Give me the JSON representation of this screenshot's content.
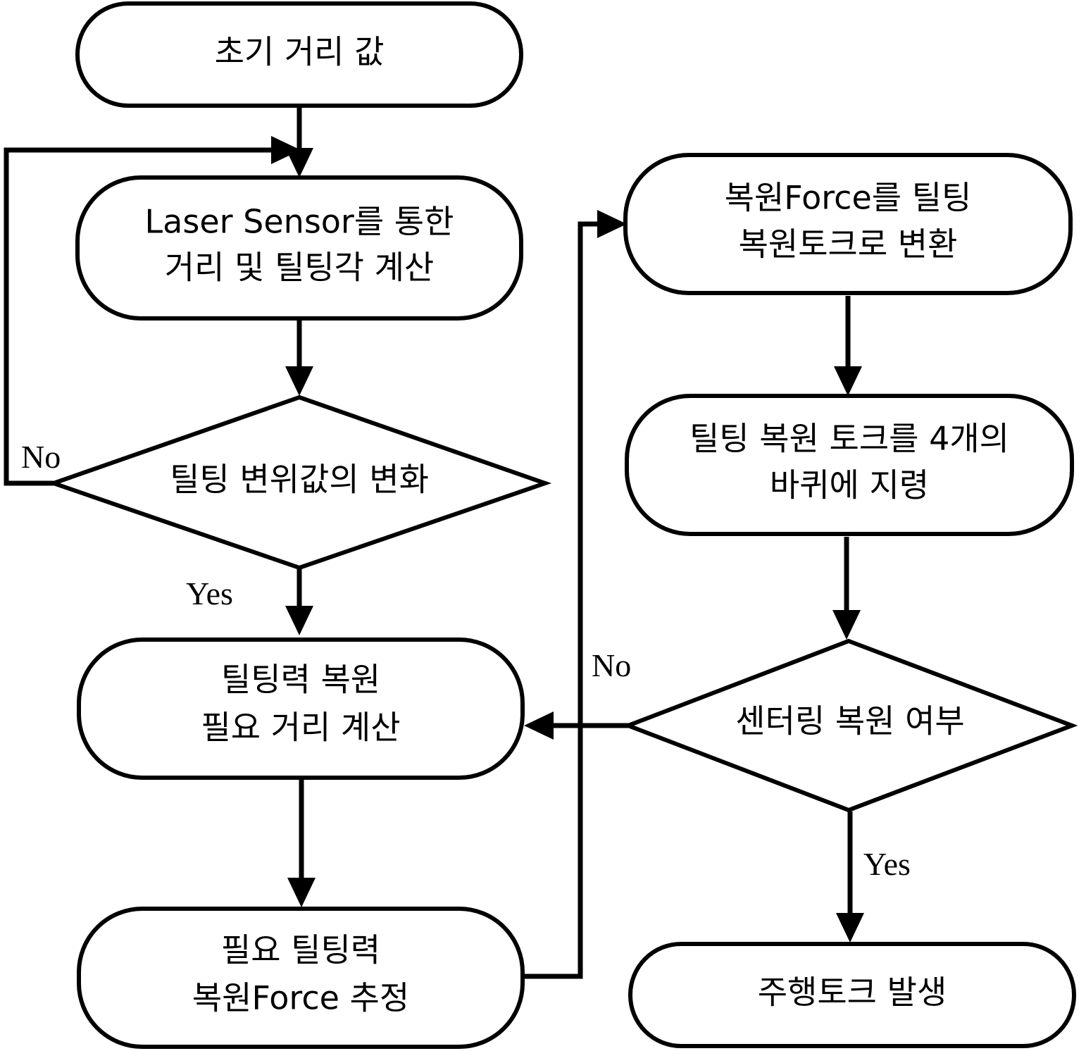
{
  "nodes": {
    "initial_distance": {
      "lines": [
        "초기 거리 값"
      ]
    },
    "laser_calc": {
      "lines": [
        "Laser Sensor를 통한",
        "거리 및 틸팅각 계산"
      ]
    },
    "tilt_change": {
      "lines": [
        "틸팅 변위값의 변화"
      ]
    },
    "restore_distance": {
      "lines": [
        "틸팅력 복원",
        "필요 거리 계산"
      ]
    },
    "estimate_force": {
      "lines": [
        "필요 틸팅력",
        "복원Force 추정"
      ]
    },
    "force_to_torque": {
      "lines": [
        "복원Force를  틸팅",
        "복원토크로 변환"
      ]
    },
    "torque_to_wheels": {
      "lines": [
        "틸팅 복원 토크를 4개의",
        "바퀴에 지령"
      ]
    },
    "centering_check": {
      "lines": [
        "센터링 복원 여부"
      ]
    },
    "drive_torque": {
      "lines": [
        "주행토크 발생"
      ]
    }
  },
  "edge_labels": {
    "tilt_no": "No",
    "tilt_yes": "Yes",
    "centering_no": "No",
    "centering_yes": "Yes"
  }
}
